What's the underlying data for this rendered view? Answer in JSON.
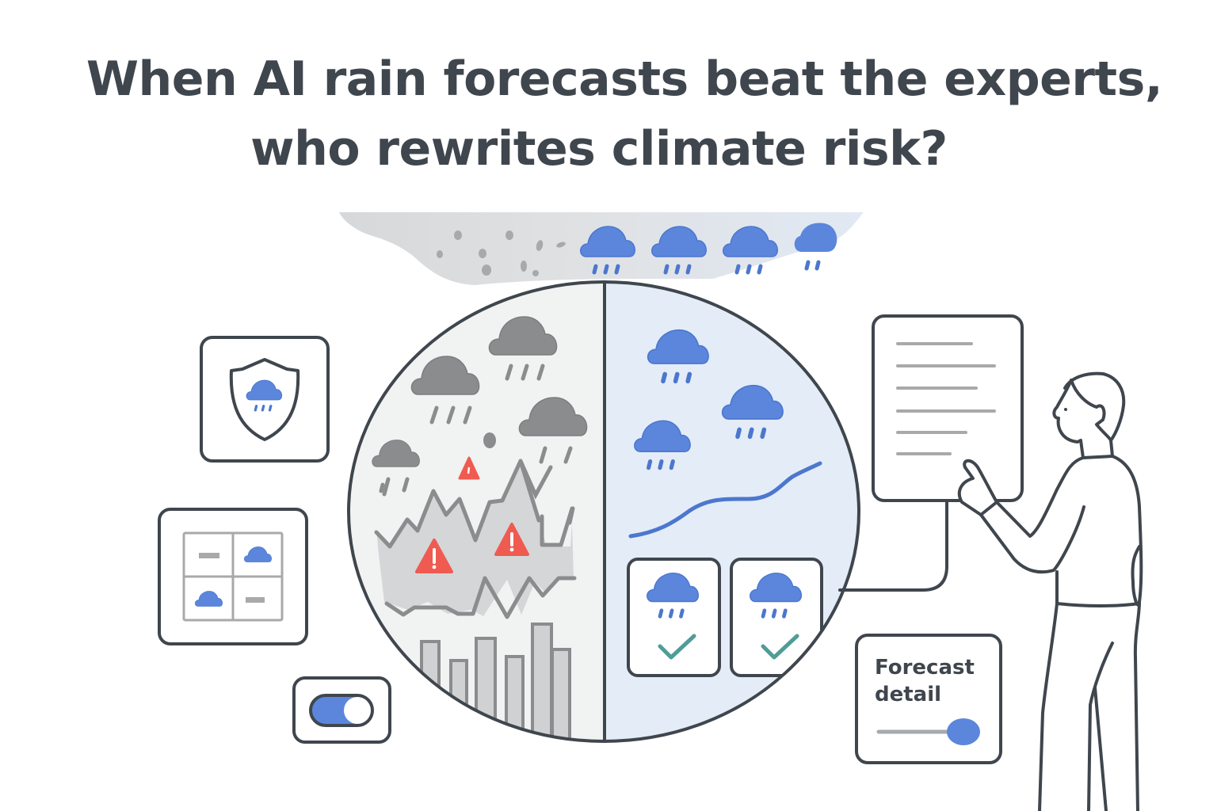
{
  "header": {
    "title_line1": "When AI rain forecasts beat the experts,",
    "title_line2": "who rewrites climate risk?"
  },
  "colors": {
    "ink": "#3f464d",
    "ai_blue": "#5b86dc",
    "expert_gray": "#8a8c8e",
    "alert_red": "#ef5b50",
    "check_teal": "#4f9d96",
    "ai_panel_bg": "#e4ecf7",
    "expert_panel_bg": "#f1f2f2"
  },
  "sky_band": {
    "left_icon": "scattered-gray-particles",
    "right_icons": [
      "rain-cloud-icon",
      "rain-cloud-icon",
      "rain-cloud-icon",
      "rain-cloud-partial-icon"
    ]
  },
  "left_panel_icons": [
    {
      "name": "shield-rain-icon"
    },
    {
      "name": "forecast-grid-icon",
      "cells": [
        "dash",
        "cloud",
        "cloud",
        "dash"
      ]
    },
    {
      "name": "toggle-switch",
      "state": "on"
    }
  ],
  "comparison_circle": {
    "left_half": {
      "label": "expert-forecast",
      "clouds": 4,
      "alerts": 3,
      "bars": [
        62,
        45,
        68,
        50,
        88,
        62
      ]
    },
    "right_half": {
      "label": "ai-forecast",
      "clouds": 3,
      "trend_line": "smooth-rising",
      "verified_cards": 2
    }
  },
  "forecast_detail": {
    "label": "Forecast detail",
    "slider_value": 100
  },
  "document": {
    "lines": 6
  },
  "person": {
    "pose": "pointing-at-document"
  }
}
